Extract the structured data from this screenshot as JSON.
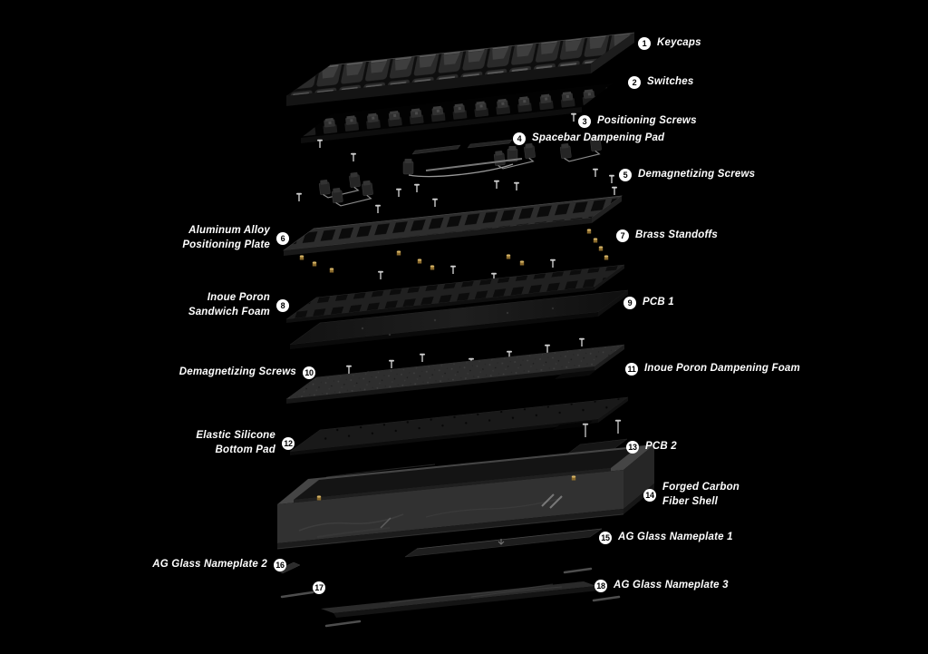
{
  "colors": {
    "background": "#000000",
    "badge_bg": "#ffffff",
    "badge_fg": "#000000",
    "label_fg": "#ffffff",
    "brass": "#d6b467"
  },
  "labels": [
    {
      "num": "1",
      "text": "Keycaps"
    },
    {
      "num": "2",
      "text": "Switches"
    },
    {
      "num": "3",
      "text": "Positioning Screws"
    },
    {
      "num": "4",
      "text": "Spacebar Dampening Pad"
    },
    {
      "num": "5",
      "text": "Demagnetizing Screws"
    },
    {
      "num": "6",
      "text": "Aluminum Alloy\nPositioning Plate"
    },
    {
      "num": "7",
      "text": "Brass Standoffs"
    },
    {
      "num": "8",
      "text": "Inoue Poron\nSandwich Foam"
    },
    {
      "num": "9",
      "text": "PCB 1"
    },
    {
      "num": "10",
      "text": "Demagnetizing Screws"
    },
    {
      "num": "11",
      "text": "Inoue Poron Dampening Foam"
    },
    {
      "num": "12",
      "text": "Elastic Silicone\nBottom Pad"
    },
    {
      "num": "13",
      "text": "PCB 2"
    },
    {
      "num": "14",
      "text": "Forged Carbon\nFiber Shell"
    },
    {
      "num": "15",
      "text": "AG Glass Nameplate 1"
    },
    {
      "num": "16",
      "text": "AG Glass Nameplate 2"
    },
    {
      "num": "17",
      "text": ""
    },
    {
      "num": "18",
      "text": "AG Glass Nameplate 3"
    }
  ]
}
